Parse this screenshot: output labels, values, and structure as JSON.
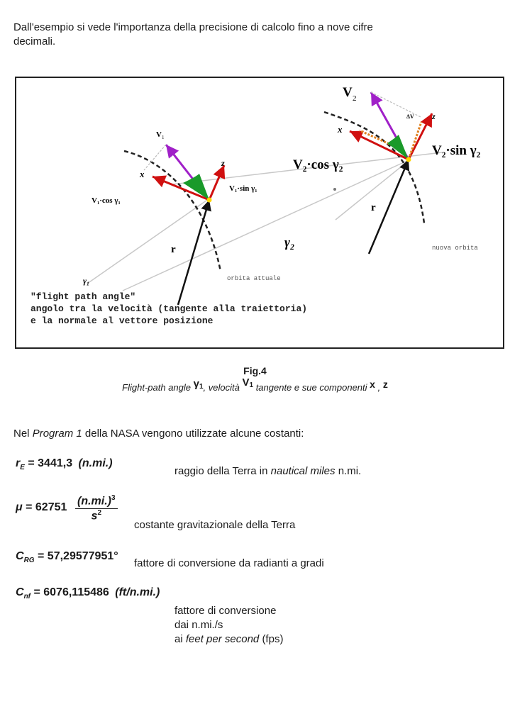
{
  "intro": {
    "line1": "Dall'esempio si vede l'importanza della precisione di calcolo fino a nove cifre",
    "line2": "decimali."
  },
  "figure": {
    "left": {
      "v_label": "V",
      "v_sub": "1",
      "x_label": "x",
      "z_label": "z",
      "vcos_label": "V₁·cos γ₁",
      "vsin_label": "V₁·sin γ₁",
      "r_label": "r",
      "gamma_label": "γ₁",
      "orbit_label": "orbita attuale"
    },
    "right": {
      "v_label": "V",
      "v_sub": "2",
      "x_label": "x",
      "z_label": "z",
      "dv_label": "ΔV",
      "vcos_label": "V₂·cos γ₂",
      "vsin_label": "V₂·sin γ₂",
      "r_label": "r",
      "gamma_label": "γ₂",
      "orbit_label": "nuova orbita"
    },
    "note": {
      "line1": "\"flight path angle\"",
      "line2": "angolo tra la velocità (tangente alla traiettoria)",
      "line3": "e la normale al vettore posizione"
    },
    "colors": {
      "velocity": "#a020c8",
      "x_axis": "#d01010",
      "angle": "#1a9a2a",
      "dv": "#e08020"
    }
  },
  "caption": {
    "title": "Fig.4",
    "t1": "Flight-path angle",
    "g1": "γ",
    "g1sub": "1",
    "t2": ", velocità",
    "v1": "V",
    "v1sub": "1",
    "t3": "tangente e sue componenti",
    "x": "x",
    "comma": ",",
    "z": "z"
  },
  "constants_intro": {
    "before": "Nel",
    "program": "Program 1",
    "after": "della NASA vengono utilizzate alcune costanti:"
  },
  "constants": [
    {
      "symbol": "r",
      "sub": "E",
      "value": "= 3441,3",
      "unit": "(n.mi.)",
      "desc_before": "raggio della Terra in",
      "desc_italic": "nautical miles",
      "desc_bold": "n.mi."
    },
    {
      "symbol": "μ",
      "value": "= 62751",
      "num": "(n.mi.)",
      "num_exp": "3",
      "den": "s",
      "den_exp": "2",
      "desc": "costante gravitazionale della Terra"
    },
    {
      "symbol": "C",
      "sub": "RG",
      "value": "= 57,29577951°",
      "desc_before": "fattore di conversione da",
      "desc_b1": "radianti",
      "desc_mid": "a",
      "desc_b2": "gradi"
    },
    {
      "symbol": "C",
      "sub": "nf",
      "value": "= 6076,115486",
      "unit": "(ft/n.mi.)",
      "desc_line1": "fattore di conversione",
      "desc_line2_before": "dai",
      "desc_line2_bold": "n.mi./s",
      "desc_line3_before": "ai",
      "desc_line3_italic": "feet per second",
      "desc_line3_after": "(fps)"
    }
  ]
}
